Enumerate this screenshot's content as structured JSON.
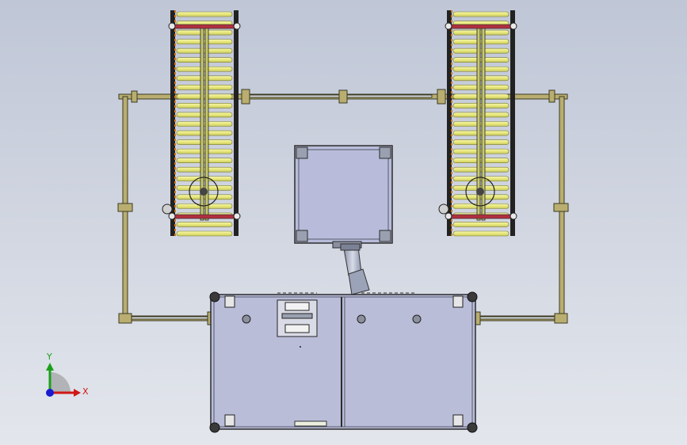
{
  "triad": {
    "x_label": "X",
    "y_label": "Y"
  },
  "colors": {
    "bg_top": "#bfc6d6",
    "bg_bottom": "#e3e6ec",
    "frame_line": "#3a3a22",
    "frame_fill": "#b0a060",
    "roller": "#ecec8a",
    "roller_edge": "#7a7a30",
    "conveyor_rail": "#222222",
    "conveyor_accent": "#c9771f",
    "panel_fill": "#b9bdd8",
    "panel_edge": "#2c2c2c",
    "arm": "#a9b0c4",
    "belt_red": "#b03040",
    "axis_x": "#d01818",
    "axis_y": "#1aa01a",
    "axis_z": "#1a1ad0"
  },
  "roller_count": 25
}
